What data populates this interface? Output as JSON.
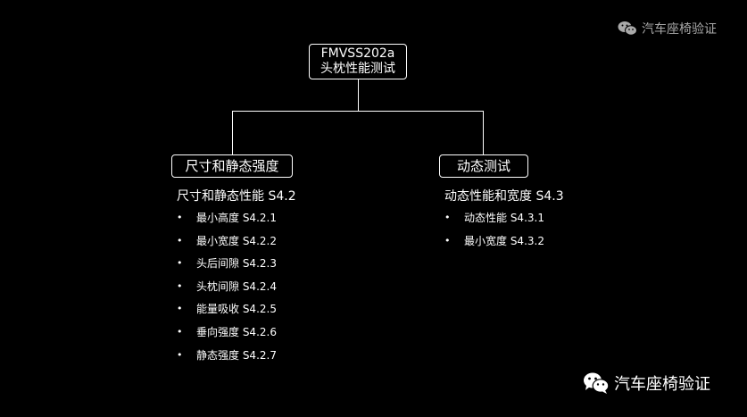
{
  "root": {
    "line1": "FMVSS202a",
    "line2": "头枕性能测试"
  },
  "left": {
    "box_label": "尺寸和静态强度",
    "section_title": "尺寸和静态性能 S4.2",
    "items": [
      "最小高度 S4.2.1",
      "最小宽度 S4.2.2",
      "头后间隙 S4.2.3",
      "头枕间隙 S4.2.4",
      "能量吸收 S4.2.5",
      "垂向强度 S4.2.6",
      "静态强度 S4.2.7"
    ]
  },
  "right": {
    "box_label": "动态测试",
    "section_title": "动态性能和宽度 S4.3",
    "items": [
      "动态性能 S4.3.1",
      "最小宽度 S4.3.2"
    ]
  },
  "watermark": {
    "text": "汽车座椅验证",
    "icon": "wechat-icon"
  },
  "bullet": "•",
  "colors": {
    "background": "#000000",
    "foreground": "#ffffff",
    "watermark_top": "#a9a9a9"
  }
}
